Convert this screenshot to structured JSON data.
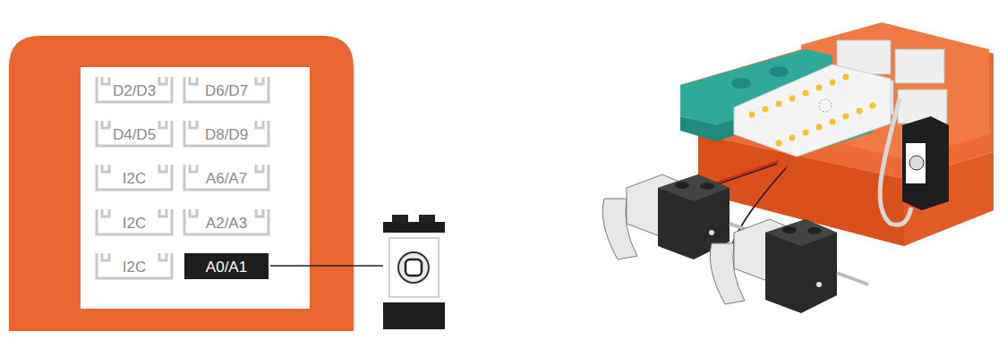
{
  "diagram": {
    "labels": [
      "D2/D3",
      "D6/D7",
      "D4/D5",
      "D8/D9",
      "I2C",
      "A6/A7",
      "I2C",
      "A2/A3",
      "I2C",
      "A0/A1"
    ]
  }
}
